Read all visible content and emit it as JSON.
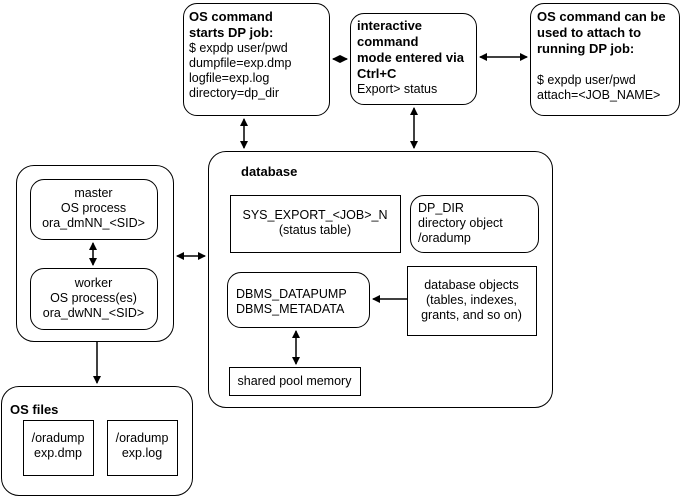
{
  "os_command_box": {
    "title": "OS command\nstarts DP job:",
    "body": "$ expdp user/pwd\ndumpfile=exp.dmp\nlogfile=exp.log\ndirectory=dp_dir"
  },
  "interactive_box": {
    "title": "interactive\ncommand\nmode entered via\nCtrl+C",
    "body": "Export> status"
  },
  "attach_box": {
    "title": "OS command can be\nused to attach to\nrunning DP job:",
    "body": "$ expdp user/pwd\nattach=<JOB_NAME>"
  },
  "os_processes": {
    "master": "master\nOS process\nora_dmNN_<SID>",
    "worker": "worker\nOS process(es)\nora_dwNN_<SID>"
  },
  "database": {
    "title": "database",
    "status_table": "SYS_EXPORT_<JOB>_N\n(status table)",
    "dp_dir": "DP_DIR\ndirectory object\n/oradump",
    "dbms": "DBMS_DATAPUMP\nDBMS_METADATA",
    "db_objects": "database objects\n(tables, indexes,\ngrants, and so on)",
    "shared_pool": "shared pool memory"
  },
  "os_files": {
    "title": "OS files",
    "dump": "/oradump\nexp.dmp",
    "log": "/oradump\nexp.log"
  }
}
